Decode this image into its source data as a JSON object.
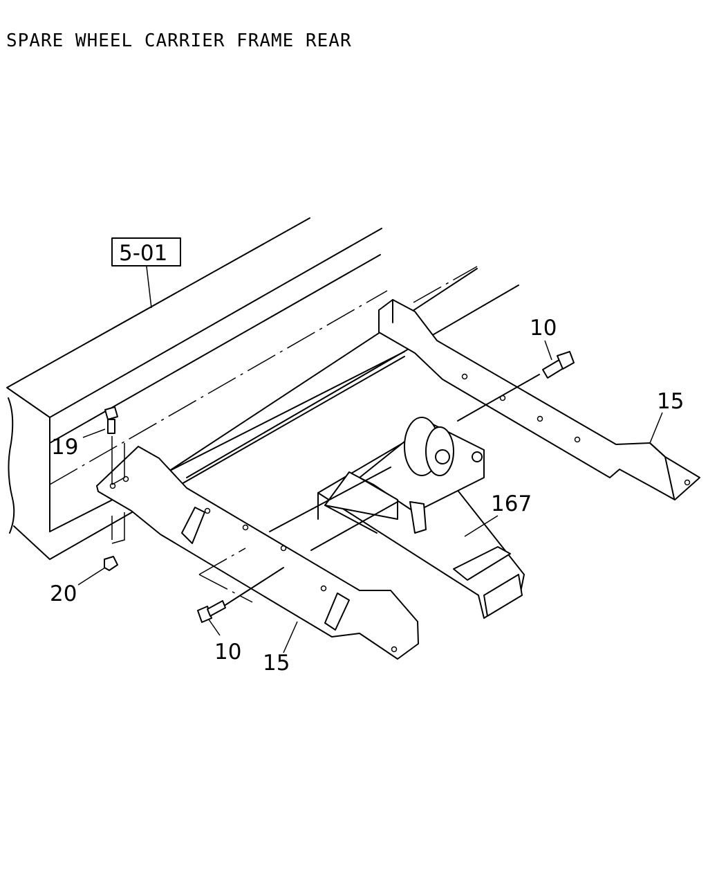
{
  "title": "SPARE WHEEL CARRIER FRAME REAR",
  "reference_box": "5-01",
  "callouts": {
    "bolt_right": "10",
    "crossmember_right": "15",
    "bolt_left_top": "19",
    "nut": "20",
    "bolt_left_bottom": "10",
    "crossmember_left": "15",
    "carrier": "167"
  }
}
